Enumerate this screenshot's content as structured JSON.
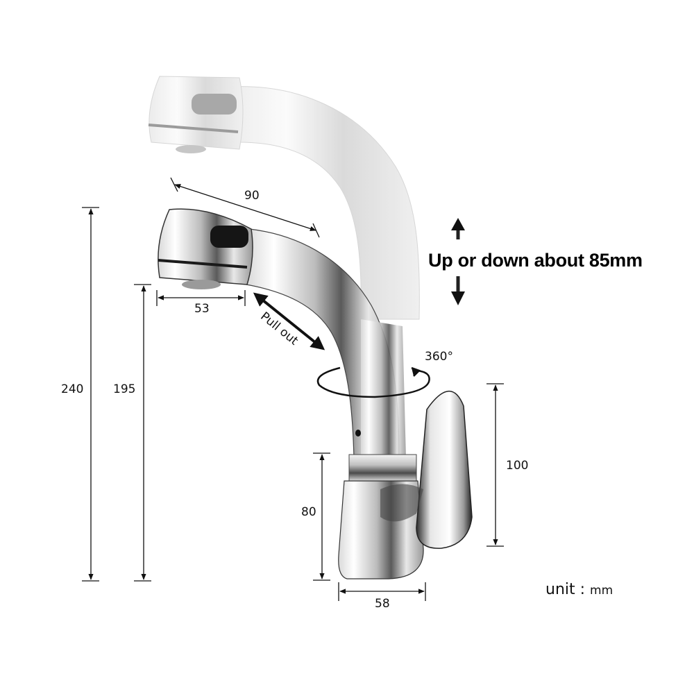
{
  "diagram": {
    "subject": "Pull-out basin faucet with adjustable height spout",
    "dimensions": {
      "total_height": "240",
      "spout_height": "195",
      "spout_reach": "90",
      "sprayer_head_width": "53",
      "body_height": "80",
      "base_width": "58",
      "handle_height": "100"
    },
    "annotations": {
      "height_adjust": "Up or down about 85mm",
      "pull_out": "Pull out",
      "rotation": "360°"
    },
    "unit": {
      "label": "unit :",
      "value": "mm"
    },
    "colors": {
      "background": "#ffffff",
      "line": "#111111",
      "chrome_light": "#f2f2f2",
      "chrome_mid": "#bdbdbd",
      "chrome_dark": "#3a3a3a"
    }
  }
}
